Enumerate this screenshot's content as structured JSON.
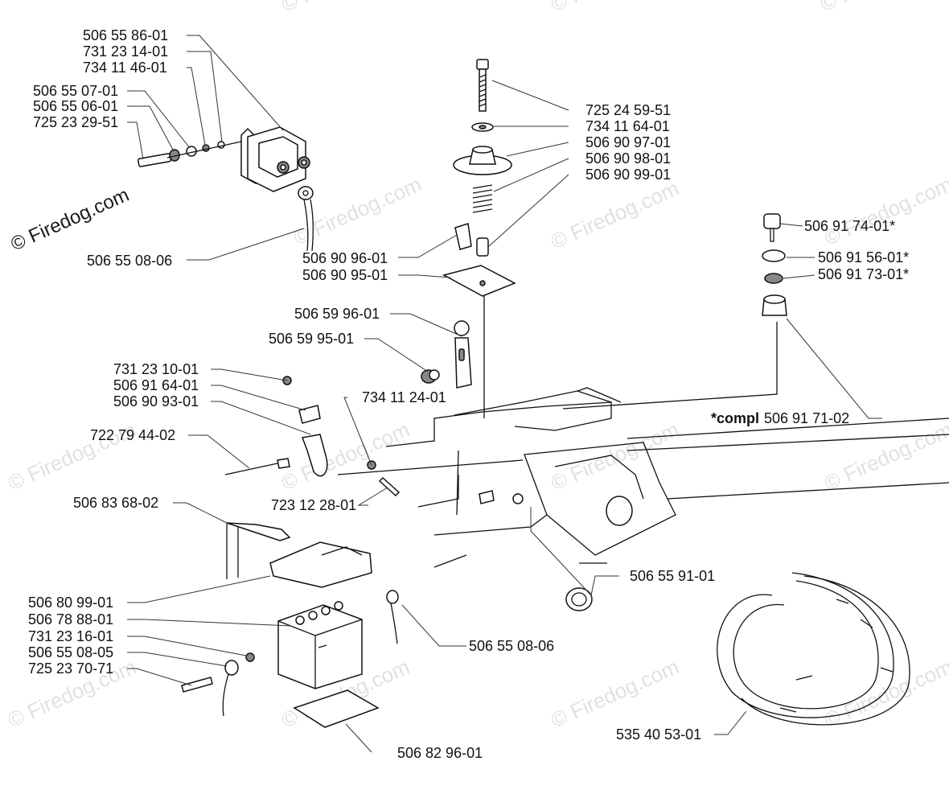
{
  "watermark": {
    "main": "© Firedog.com",
    "repeat": "© Firedog.com"
  },
  "part_labels": {
    "p1": "506 55 86-01",
    "p2": "731 23 14-01",
    "p3": "734 11 46-01",
    "p4": "506 55 07-01",
    "p5": "506 55 06-01",
    "p6": "725 23 29-51",
    "p7": "506 55 08-06",
    "p8": "725 24 59-51",
    "p9": "734 11 64-01",
    "p10": "506 90 97-01",
    "p11": "506 90 98-01",
    "p12": "506 90 99-01",
    "p13": "506 90 96-01",
    "p14": "506 90 95-01",
    "p15": "506 59 96-01",
    "p16": "506 59 95-01",
    "p17": "506 91 74-01*",
    "p18": "506 91 56-01*",
    "p19": "506 91 73-01*",
    "p20_prefix": "*compl",
    "p20": "506 91 71-02",
    "p21": "731 23 10-01",
    "p22": "506 91 64-01",
    "p23": "506 90 93-01",
    "p24": "734 11 24-01",
    "p25": "722 79 44-02",
    "p26": "723 12 28-01",
    "p27": "506 83 68-02",
    "p28": "506 55 91-01",
    "p29": "506 80 99-01",
    "p30": "506 78 88-01",
    "p31": "731 23 16-01",
    "p32": "506 55 08-05",
    "p33": "725 23 70-71",
    "p34": "506 55 08-06",
    "p35": "535 40 53-01",
    "p36": "506 82 96-01"
  }
}
